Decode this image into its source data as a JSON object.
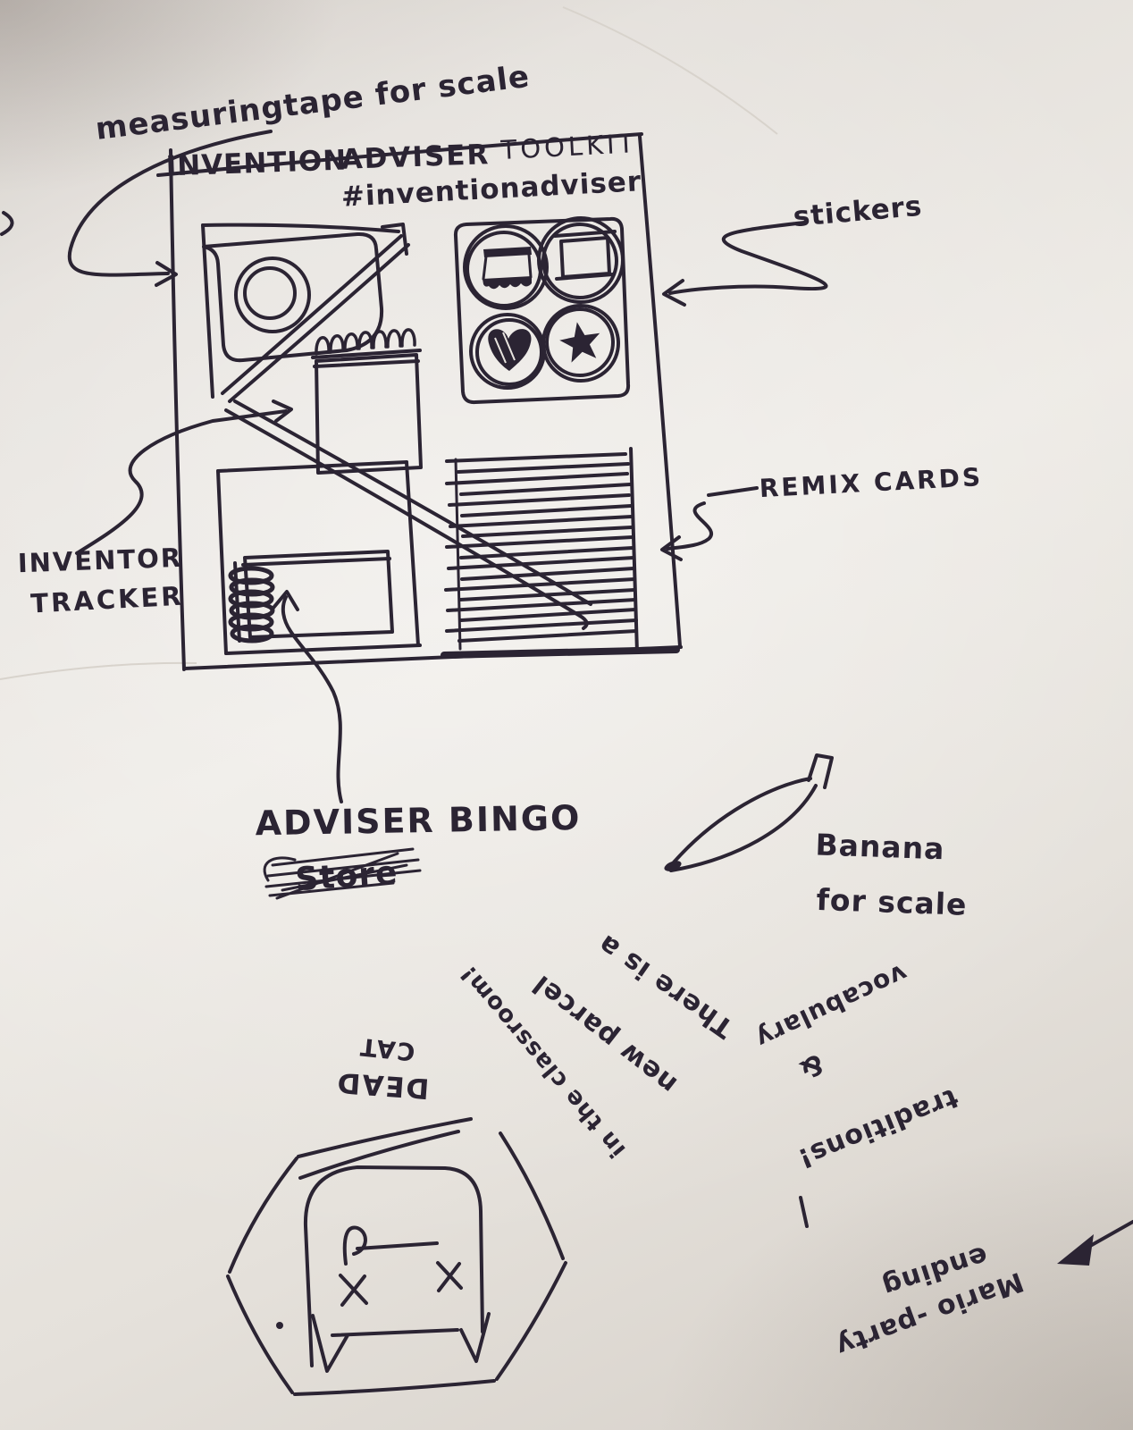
{
  "sketch": {
    "paper_color": "#e9e6e1",
    "ink_color": "#2b2433",
    "toolkit_box": {
      "title": [
        "INVENTION",
        "ADVISER",
        "TOOLKIT"
      ],
      "hashtag": "#inventionadviser",
      "stickers_icons": [
        "awning-sticker",
        "frame-sticker",
        "heart-sticker",
        "star-sticker"
      ]
    },
    "annotations": {
      "measuring_tape": "measuringtape for scale",
      "stickers": "stickers",
      "remix_cards": "REMIX CARDS",
      "inventor_tracker": [
        "INVENTOR",
        "TRACKER"
      ],
      "adviser_bingo": "ADVISER BINGO",
      "crossed_out_word": "Store",
      "banana": [
        "Banana",
        "for scale"
      ]
    },
    "rotated_notes": {
      "parcel": [
        "There is a",
        "new parcel",
        "in the classroom!"
      ],
      "dead_cat": [
        "DEAD",
        "CAT"
      ],
      "traditions": [
        "traditions!",
        "&",
        "vocabulary"
      ],
      "mario": [
        "Mario -party",
        "ending"
      ]
    }
  }
}
